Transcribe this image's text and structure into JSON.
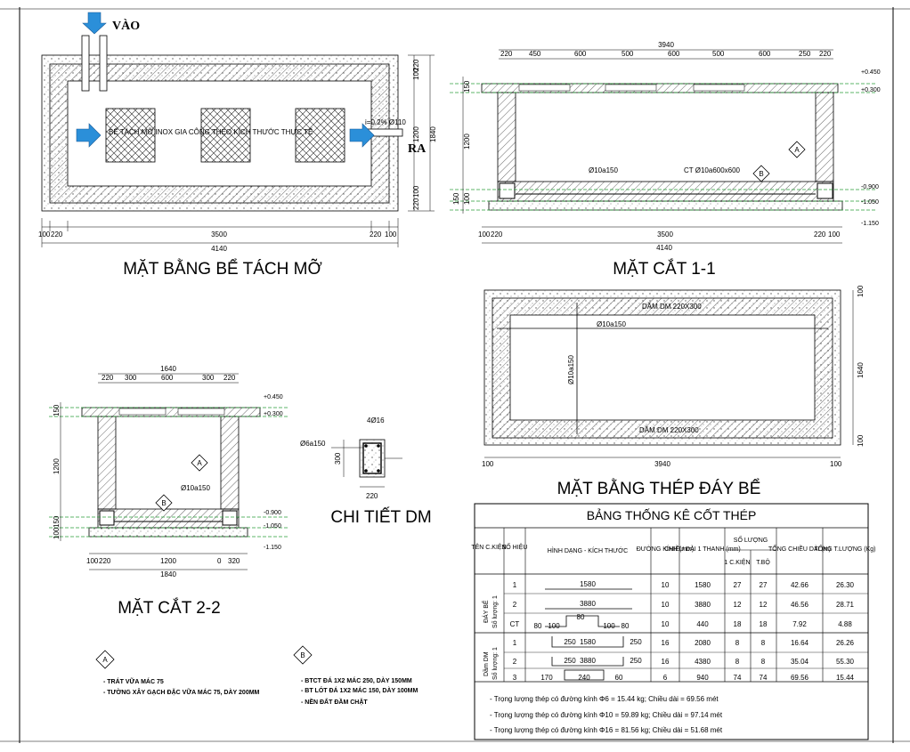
{
  "plan": {
    "inlet_label": "VÀO",
    "outlet_label": "RA",
    "note": "BỂ TÁCH MỠ INOX GIA CÔNG THEO KÍCH THƯỚC THỰC TẾ",
    "pipe_label": "i=0.2% Ø110",
    "title": "MẶT BẰNG BỂ TÁCH MỠ",
    "dims_bottom_segments": [
      "100",
      "220",
      "3500",
      "220",
      "100"
    ],
    "dims_bottom_total": "4140",
    "dims_right_segments": [
      "220",
      "100",
      "1200",
      "100",
      "220"
    ],
    "dims_right_total": "1840"
  },
  "section_1_1": {
    "title": "MẶT CẮT 1-1",
    "dims_top_total": "3940",
    "dims_top_segments": [
      "220",
      "450",
      "600",
      "500",
      "600",
      "500",
      "600",
      "250",
      "220"
    ],
    "dims_bottom_segments": [
      "100",
      "220",
      "3500",
      "220",
      "100"
    ],
    "dims_bottom_total": "4140",
    "dims_left": [
      "150",
      "1200",
      "150",
      "100"
    ],
    "levels": [
      "+0.450",
      "+0.300",
      "-0.900",
      "-1.050",
      "-1.150"
    ],
    "rebar_label": "Ø10a150",
    "ct_label": "CT Ø10a600x600",
    "tag_a": "A",
    "tag_b": "B"
  },
  "section_2_2": {
    "title": "MẶT CẮT 2-2",
    "dims_top_total": "1640",
    "dims_top_segments": [
      "220",
      "300",
      "600",
      "300",
      "220"
    ],
    "dims_bottom_segments": [
      "100",
      "220",
      "1200",
      "0",
      "320"
    ],
    "dims_bottom_total": "1840",
    "dims_left": [
      "150",
      "1200",
      "150",
      "100"
    ],
    "levels": [
      "+0.450",
      "+0.300",
      "-0.900",
      "-1.050",
      "-1.150"
    ],
    "rebar_label": "Ø10a150",
    "tag_a": "A",
    "tag_b": "B"
  },
  "detail_dm": {
    "title": "CHI TIẾT DM",
    "top_bars": "4Ø16",
    "stirrup": "Ø6a150",
    "height": "300",
    "width": "220"
  },
  "steel_plan": {
    "title": "MẶT BẰNG THÉP ĐÁY BỂ",
    "beam_top": "DẦM DM 220X300",
    "beam_bottom": "DẦM DM 220X300",
    "rebar_h": "Ø10a150",
    "rebar_v": "Ø10a150",
    "dims_bottom": [
      "100",
      "3940",
      "100"
    ],
    "dims_right": [
      "100",
      "1640",
      "100"
    ]
  },
  "legend": {
    "a_tag": "A",
    "a_lines": [
      "- TRÁT VỮA MÁC 75",
      "- TƯỜNG XÂY GẠCH ĐẶC VỮA MÁC 75, DÀY 200MM"
    ],
    "b_tag": "B",
    "b_lines": [
      "- BTCT ĐÁ 1X2 MÁC 250, DÀY 150MM",
      "- BT LÓT ĐÁ 1X2 MÁC 150, DÀY 100MM",
      "- NỀN ĐẤT ĐẦM CHẶT"
    ]
  },
  "table": {
    "title": "BẢNG THỐNG KÊ CỐT THÉP",
    "headers": {
      "c1": "TÊN C.KIỆN",
      "c2": "SỐ HIỆU",
      "c3": "HÌNH DẠNG - KÍCH THƯỚC",
      "c4": "ĐƯỜNG KÍNH (mm)",
      "c5": "CHIỀU DÀI 1 THANH (mm)",
      "c6": "SỐ LƯỢNG",
      "c6a": "1 C.KIỆN",
      "c6b": "T.BỘ",
      "c7": "TỔNG CHIỀU DÀI (m)",
      "c8": "TỔNG T.LƯỢNG (Kg)"
    },
    "group1": "ĐÁY BỂ",
    "group1_qty": "Số lượng: 1",
    "group2": "Dầm DM",
    "group2_qty": "Số lượng: 1",
    "rows": [
      {
        "id": "1",
        "shape": [
          "1580"
        ],
        "d": "10",
        "len": "1580",
        "n1": "27",
        "nt": "27",
        "tl": "42.66",
        "tw": "26.30"
      },
      {
        "id": "2",
        "shape": [
          "3880"
        ],
        "d": "10",
        "len": "3880",
        "n1": "12",
        "nt": "12",
        "tl": "46.56",
        "tw": "28.71"
      },
      {
        "id": "CT",
        "shape": [
          "80",
          "100",
          "80",
          "100",
          "80"
        ],
        "d": "10",
        "len": "440",
        "n1": "18",
        "nt": "18",
        "tl": "7.92",
        "tw": "4.88"
      },
      {
        "id": "1",
        "shape": [
          "250",
          "1580",
          "250"
        ],
        "d": "16",
        "len": "2080",
        "n1": "8",
        "nt": "8",
        "tl": "16.64",
        "tw": "26.26"
      },
      {
        "id": "2",
        "shape": [
          "250",
          "3880",
          "250"
        ],
        "d": "16",
        "len": "4380",
        "n1": "8",
        "nt": "8",
        "tl": "35.04",
        "tw": "55.30"
      },
      {
        "id": "3",
        "shape": [
          "170",
          "240",
          "60"
        ],
        "d": "6",
        "len": "940",
        "n1": "74",
        "nt": "74",
        "tl": "69.56",
        "tw": "15.44"
      }
    ],
    "summary": [
      "- Trọng lượng thép có đường kính Φ6  =  15.44 kg; Chiều dài = 69.56 mét",
      "- Trọng lượng thép có đường kính Φ10  =  59.89 kg; Chiều dài = 97.14 mét",
      "- Trọng lượng thép có đường kính Φ16  =  81.56 kg; Chiều dài = 51.68 mét"
    ]
  }
}
